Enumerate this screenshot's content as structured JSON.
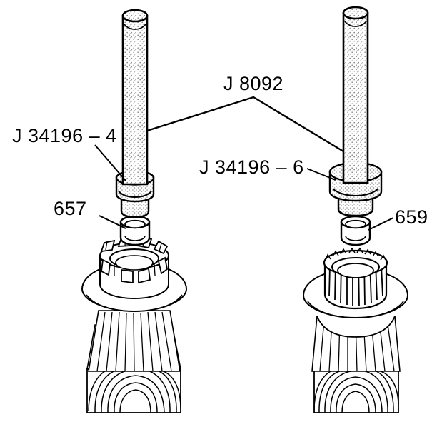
{
  "figure": {
    "title": "Bearing and seal installer tool exploded assembly diagram",
    "background_color": "#ffffff",
    "line_color": "#000000",
    "fill_color": "#ffffff",
    "stipple_color": "#7a7a7a"
  },
  "labels": {
    "tool_left": "J 34196 – 4",
    "tool_right": "J 34196 – 6",
    "driver_handle": "J 8092",
    "part_left": "657",
    "part_right": "659"
  },
  "assemblies": [
    {
      "name": "left-assembly",
      "driver_label": "J 8092",
      "adapter_label": "J 34196 – 4",
      "component_label": "657",
      "component_type": "spacer-ring",
      "hub_type": "castellated-retainer-hub",
      "support": "wood-block"
    },
    {
      "name": "right-assembly",
      "driver_label": "J 8092",
      "adapter_label": "J 34196 – 6",
      "component_label": "659",
      "component_type": "spacer-ring",
      "hub_type": "splined-gear-hub",
      "support": "wood-block"
    }
  ],
  "leaders": {
    "j8092_apex": "branching leader from J 8092 to both driver rods",
    "tool_left_target": "left adapter collar",
    "tool_right_target": "right adapter collar",
    "part_left_target": "left spacer ring",
    "part_right_target": "right spacer ring"
  }
}
